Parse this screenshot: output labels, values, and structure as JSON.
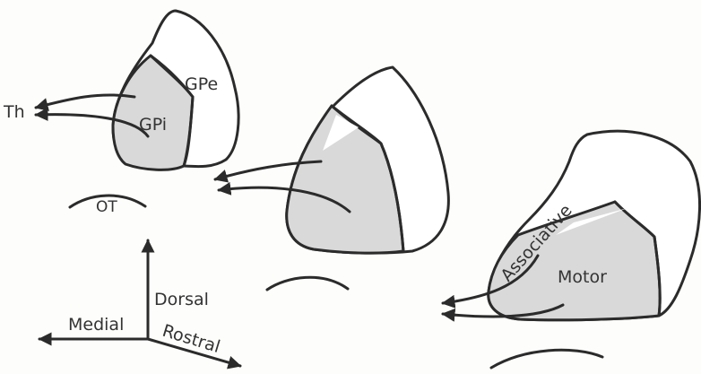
{
  "labels": {
    "th": "Th",
    "gpe": "GPe",
    "gpi": "GPi",
    "ot": "OT",
    "associative": "Associative",
    "motor": "Motor",
    "dorsal": "Dorsal",
    "medial": "Medial",
    "rostral": "Rostral"
  },
  "colors": {
    "stroke": "#2b2b2b",
    "region_fill": "#d9d9d9",
    "background": "#fdfdfb"
  }
}
